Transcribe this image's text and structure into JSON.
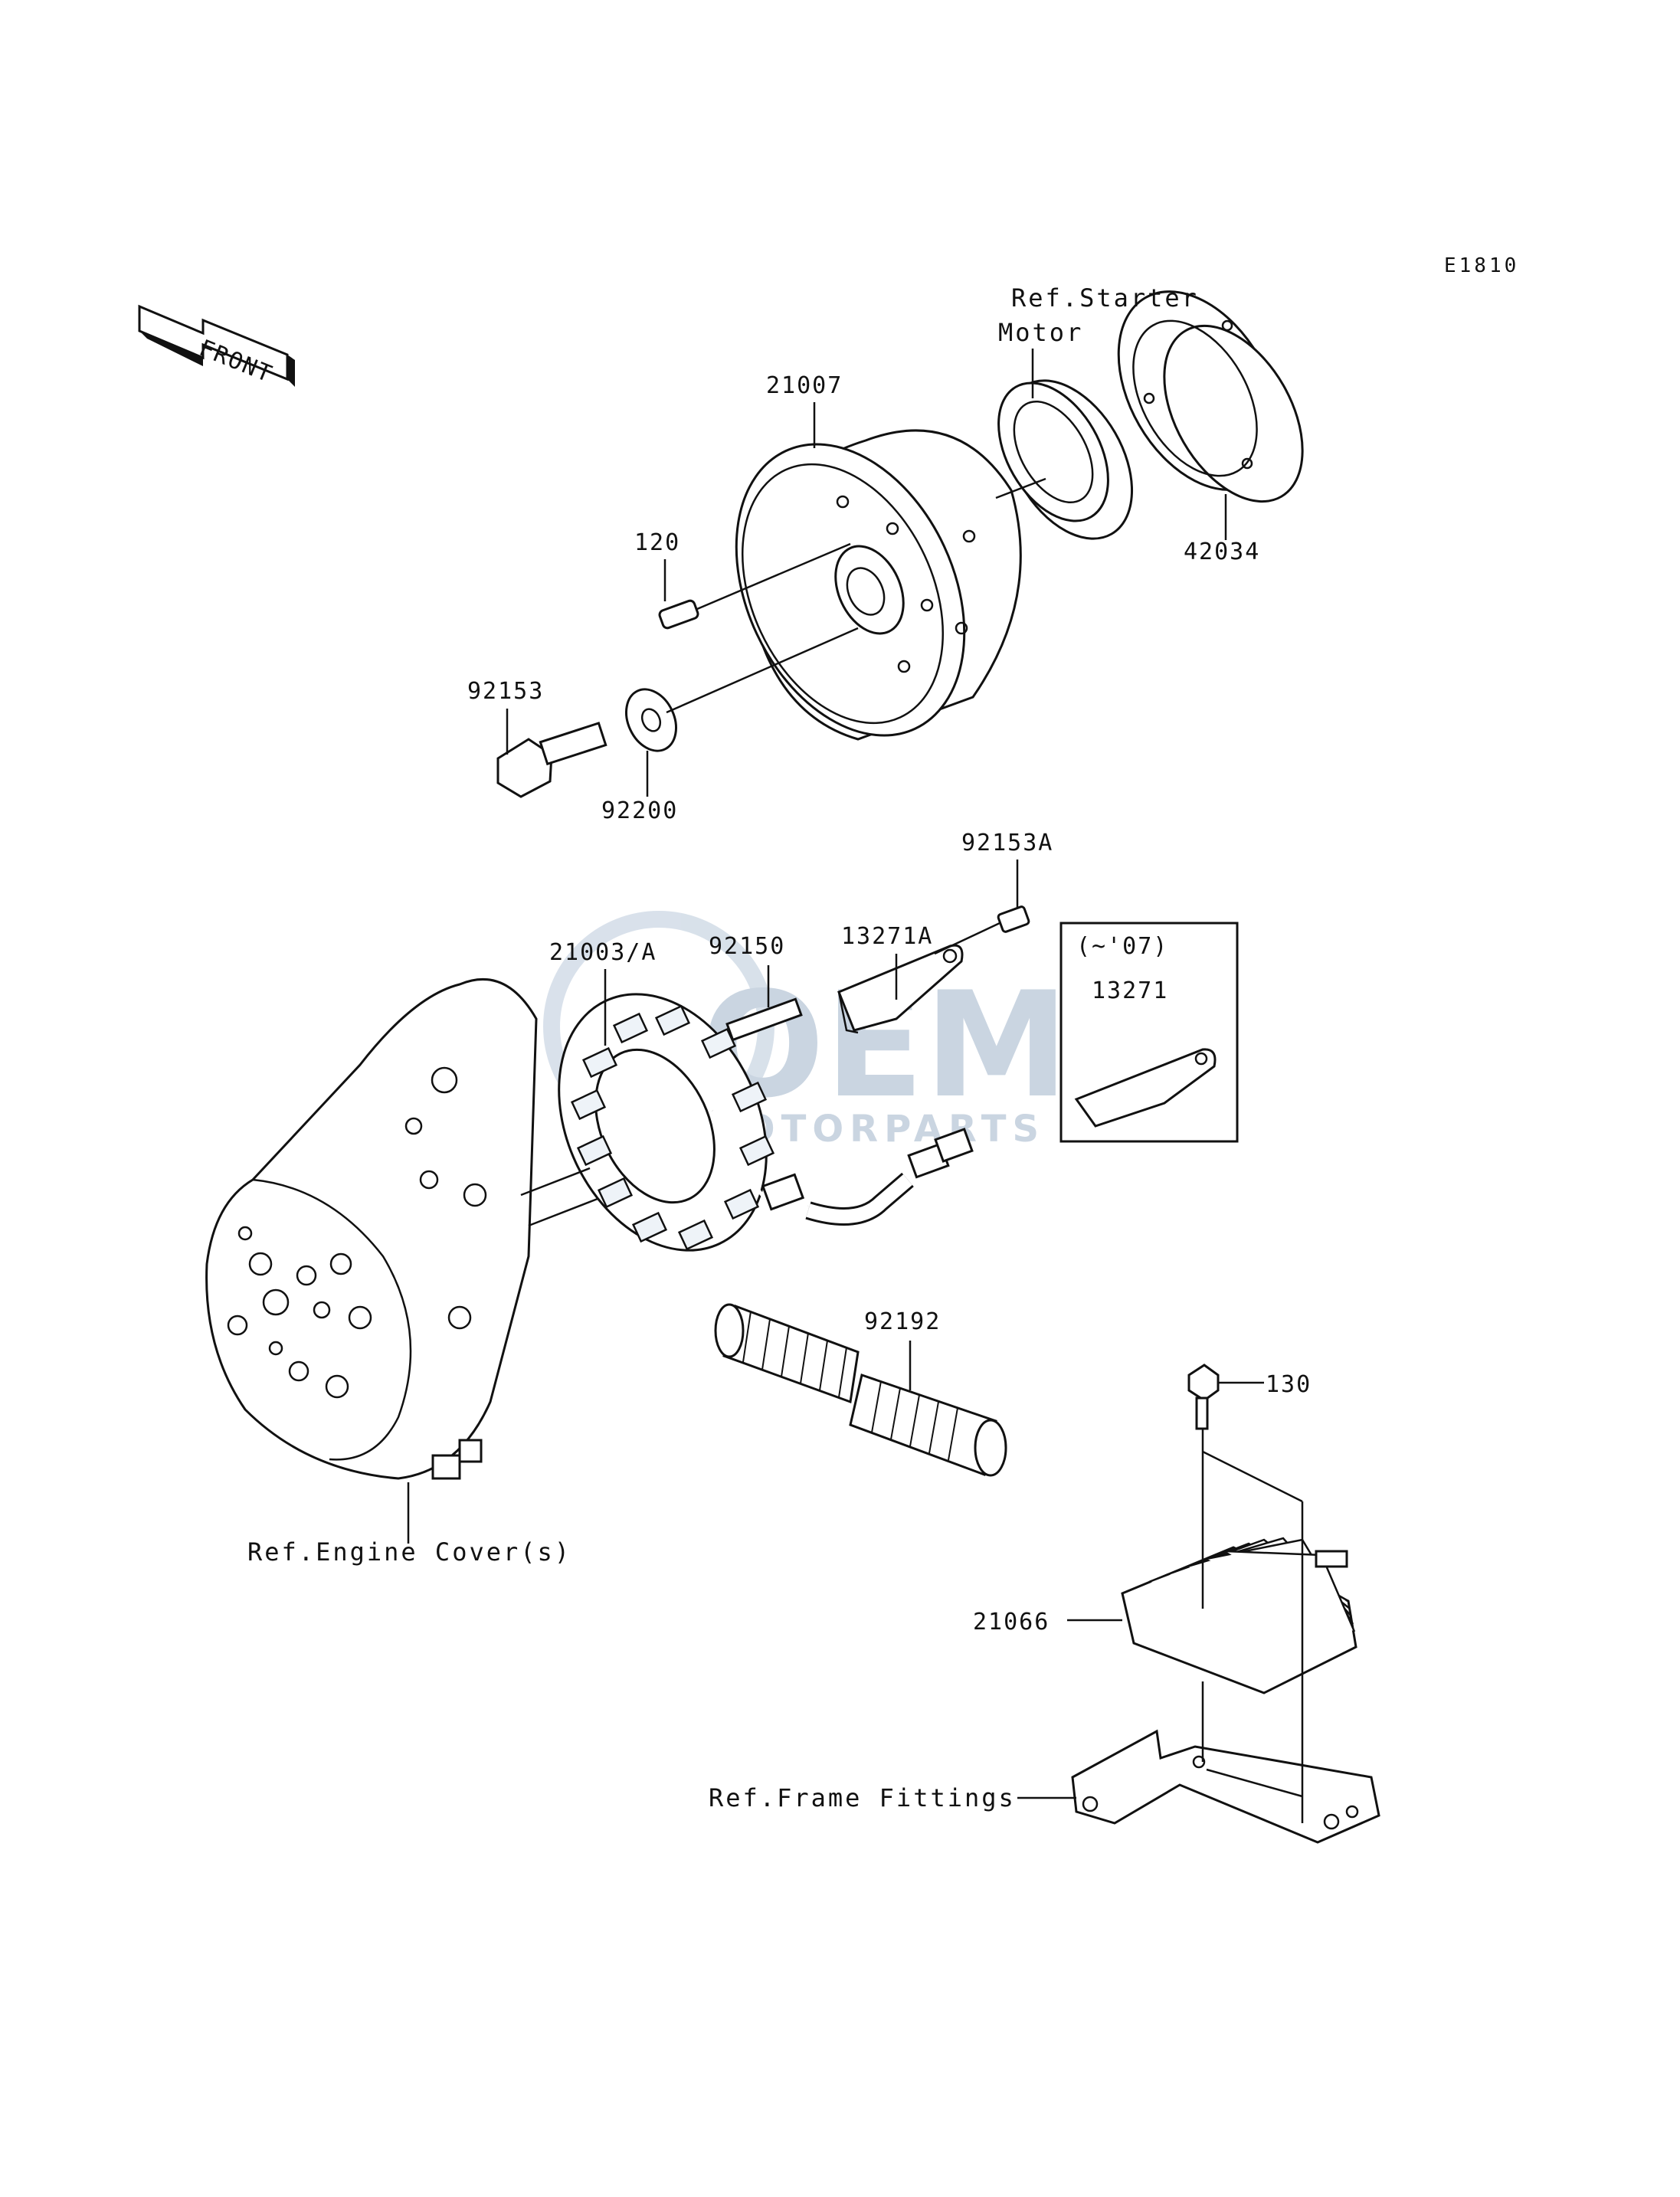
{
  "diagram_code": "E1810",
  "front_arrow_label": "FRONT",
  "inset_label": "(~'07)",
  "watermark": {
    "brand": "OEM",
    "sub": "MOTORPARTS"
  },
  "callouts": [
    {
      "id": "ref-starter-line1",
      "text": "Ref.Starter"
    },
    {
      "id": "ref-starter-line2",
      "text": "Motor"
    },
    {
      "id": "21007",
      "text": "21007"
    },
    {
      "id": "42034",
      "text": "42034"
    },
    {
      "id": "120",
      "text": "120"
    },
    {
      "id": "92153",
      "text": "92153"
    },
    {
      "id": "92200",
      "text": "92200"
    },
    {
      "id": "92153A",
      "text": "92153A"
    },
    {
      "id": "13271A",
      "text": "13271A"
    },
    {
      "id": "92150",
      "text": "92150"
    },
    {
      "id": "21003A",
      "text": "21003/A"
    },
    {
      "id": "13271",
      "text": "13271"
    },
    {
      "id": "92192",
      "text": "92192"
    },
    {
      "id": "130",
      "text": "130"
    },
    {
      "id": "ref-engine-cover",
      "text": "Ref.Engine Cover(s)"
    },
    {
      "id": "21066",
      "text": "21066"
    },
    {
      "id": "ref-frame-fittings",
      "text": "Ref.Frame Fittings"
    }
  ]
}
